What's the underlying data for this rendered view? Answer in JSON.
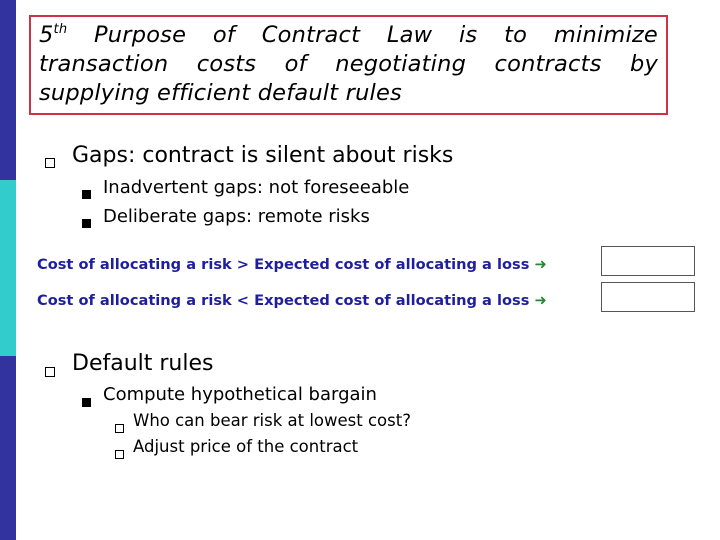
{
  "title": {
    "ordinal": "5",
    "ordinal_suffix": "th",
    "text": "Purpose of Contract Law is to minimize transaction costs of negotiating contracts by supplying efficient default rules"
  },
  "gaps": {
    "heading": "Gaps: contract is silent about risks",
    "items": [
      "Inadvertent gaps: not foreseeable",
      "Deliberate gaps: remote risks"
    ]
  },
  "cost_lines": [
    "Cost of allocating a risk > Expected cost of allocating a loss",
    "Cost of allocating a risk < Expected cost of allocating a loss"
  ],
  "defaults": {
    "heading": "Default rules",
    "sub": "Compute hypothetical bargain",
    "subsub": [
      "Who can bear risk at lowest cost?",
      "Adjust price of the contract"
    ]
  },
  "colors": {
    "sidebar_dark": "#3333a0",
    "sidebar_light": "#33cccc",
    "title_border": "#cc3344",
    "cost_text": "#1f1f9e",
    "arrow": "#228833"
  },
  "icons": {
    "level1_bullet": "hollow-square-icon",
    "level2_bullet": "filled-square-icon",
    "level3_bullet": "hollow-square-icon",
    "arrow": "right-arrow-icon"
  }
}
